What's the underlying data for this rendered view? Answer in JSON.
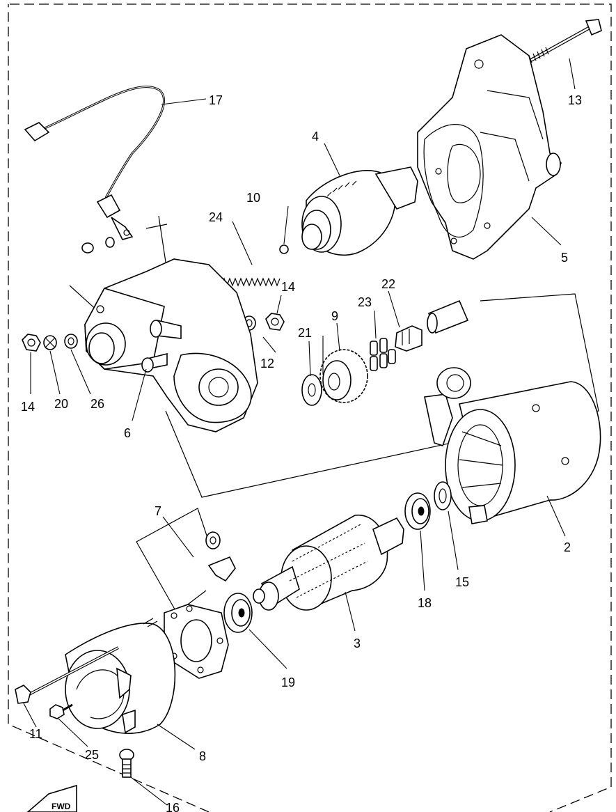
{
  "labels": {
    "p2": "2",
    "p3": "3",
    "p4": "4",
    "p5": "5",
    "p6": "6",
    "p7": "7",
    "p8": "8",
    "p9": "9",
    "p10": "10",
    "p11": "11",
    "p12": "12",
    "p13": "13",
    "p14a": "14",
    "p14b": "14",
    "p15": "15",
    "p17": "17",
    "p18": "18",
    "p19": "19",
    "p20": "20",
    "p21": "21",
    "p22": "22",
    "p23": "23",
    "p24": "24",
    "p25": "25",
    "p26": "26",
    "p16": "16"
  },
  "fwd_mark": "FWD"
}
